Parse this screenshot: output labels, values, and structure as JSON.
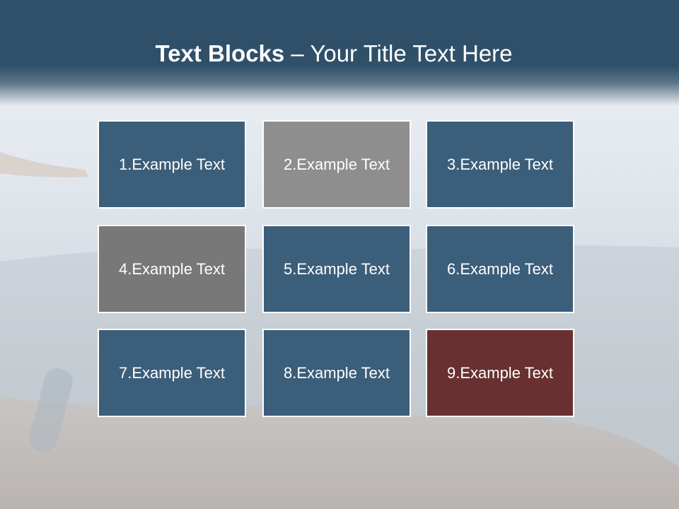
{
  "title": {
    "bold": "Text Blocks",
    "dash": " – ",
    "rest": "Your Title Text Here"
  },
  "blocks": [
    {
      "label": "1.Example Text",
      "color": "#3b5e7a"
    },
    {
      "label": "2.Example Text",
      "color": "#8e8e8e"
    },
    {
      "label": "3.Example Text",
      "color": "#3b5e7a"
    },
    {
      "label": "4.Example Text",
      "color": "#787878"
    },
    {
      "label": "5.Example Text",
      "color": "#3b5e7a"
    },
    {
      "label": "6.Example Text",
      "color": "#3b5e7a"
    },
    {
      "label": "7.Example Text",
      "color": "#3b5e7a"
    },
    {
      "label": "8.Example Text",
      "color": "#3b5e7a"
    },
    {
      "label": "9.Example Text",
      "color": "#683130"
    }
  ],
  "colors": {
    "header": "#2f5068"
  }
}
